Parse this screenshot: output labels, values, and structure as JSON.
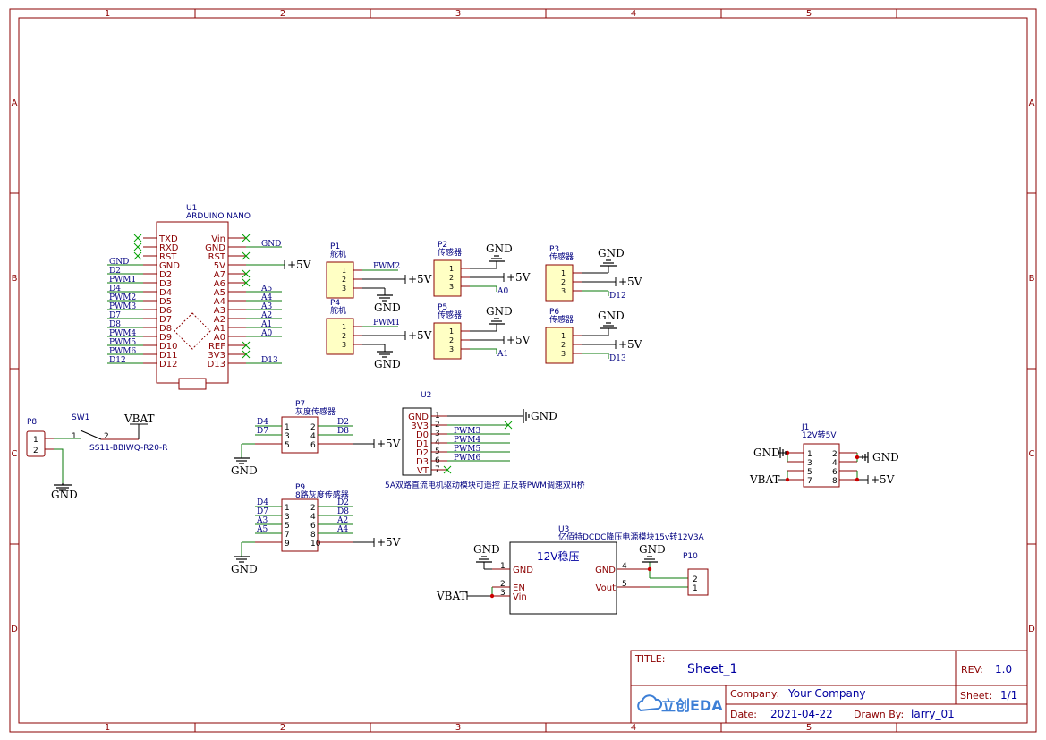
{
  "frame": {
    "columns": [
      "1",
      "2",
      "3",
      "4",
      "5"
    ],
    "rows": [
      "A",
      "B",
      "C",
      "D"
    ]
  },
  "title_block": {
    "title_label": "TITLE:",
    "title": "Sheet_1",
    "rev_label": "REV:",
    "rev": "1.0",
    "company_label": "Company:",
    "company": "Your Company",
    "sheet_label": "Sheet:",
    "sheet": "1/1",
    "date_label": "Date:",
    "date": "2021-04-22",
    "drawn_label": "Drawn By:",
    "drawn_by": "larry_01",
    "logo_text": "立创EDA"
  },
  "u1": {
    "ref": "U1",
    "value": "ARDUINO NANO",
    "left_pins": [
      "TXD",
      "RXD",
      "RST",
      "GND",
      "D2",
      "D3",
      "D4",
      "D5",
      "D6",
      "D7",
      "D8",
      "D9",
      "D10",
      "D11",
      "D12"
    ],
    "right_pins": [
      "Vin",
      "GND",
      "RST",
      "5V",
      "A7",
      "A6",
      "A5",
      "A4",
      "A3",
      "A2",
      "A1",
      "A0",
      "REF",
      "3V3",
      "D13"
    ],
    "left_nets": [
      "",
      "",
      "",
      "GND",
      "D2",
      "PWM1",
      "D4",
      "PWM2",
      "PWM3",
      "D7",
      "D8",
      "PWM4",
      "PWM5",
      "PWM6",
      "D12"
    ],
    "right_nets": [
      "",
      "GND",
      "",
      "+5V",
      "",
      "",
      "A5",
      "A4",
      "A3",
      "A2",
      "A1",
      "A0",
      "",
      "",
      "D13"
    ]
  },
  "servos": [
    {
      "ref": "P1",
      "value": "舵机",
      "net": "PWM2",
      "pins": [
        "1",
        "2",
        "3"
      ],
      "v": "+5V",
      "g": "GND"
    },
    {
      "ref": "P4",
      "value": "舵机",
      "net": "PWM1",
      "pins": [
        "1",
        "2",
        "3"
      ],
      "v": "+5V",
      "g": "GND"
    }
  ],
  "sensors": [
    {
      "ref": "P2",
      "value": "传感器",
      "net": "A0",
      "pins": [
        "1",
        "2",
        "3"
      ],
      "v": "+5V",
      "g": "GND"
    },
    {
      "ref": "P3",
      "value": "传感器",
      "net": "D12",
      "pins": [
        "1",
        "2",
        "3"
      ],
      "v": "+5V",
      "g": "GND"
    },
    {
      "ref": "P5",
      "value": "传感器",
      "net": "A1",
      "pins": [
        "1",
        "2",
        "3"
      ],
      "v": "+5V",
      "g": "GND"
    },
    {
      "ref": "P6",
      "value": "传感器",
      "net": "D13",
      "pins": [
        "1",
        "2",
        "3"
      ],
      "v": "+5V",
      "g": "GND"
    }
  ],
  "p7": {
    "ref": "P7",
    "value": "灰度传感器",
    "left_nets": [
      "D4",
      "D7"
    ],
    "right_nets": [
      "D2",
      "D8"
    ],
    "left_nums": [
      "1",
      "3",
      "5"
    ],
    "right_nums": [
      "2",
      "4",
      "6"
    ],
    "g": "GND",
    "v": "+5V"
  },
  "p9": {
    "ref": "P9",
    "value": "8路灰度传感器",
    "left_nets": [
      "D4",
      "D7",
      "A3",
      "A5"
    ],
    "right_nets": [
      "D2",
      "D8",
      "A2",
      "A4"
    ],
    "left_nums": [
      "1",
      "3",
      "5",
      "7",
      "9"
    ],
    "right_nums": [
      "2",
      "4",
      "6",
      "8",
      "10"
    ],
    "g": "GND",
    "v": "+5V"
  },
  "p8": {
    "ref": "P8",
    "pins": [
      "1",
      "2"
    ],
    "g": "GND"
  },
  "sw1": {
    "ref": "SW1",
    "value": "SS11-BBIWQ-R20-R",
    "pin1": "1",
    "pin2": "2",
    "net": "VBAT"
  },
  "u2": {
    "ref": "U2",
    "value": "5A双路直流电机驱动模块可遥控 正反转PWM调速双H桥",
    "pins": [
      "GND",
      "3V3",
      "D0",
      "D1",
      "D2",
      "D3",
      "VT"
    ],
    "nums": [
      "1",
      "2",
      "3",
      "4",
      "5",
      "6",
      "7"
    ],
    "nets": [
      "GND",
      "",
      "PWM3",
      "PWM4",
      "PWM5",
      "PWM6",
      ""
    ]
  },
  "j1": {
    "ref": "J1",
    "value": "12V转5V",
    "left_nums": [
      "1",
      "3",
      "5",
      "7"
    ],
    "right_nums": [
      "2",
      "4",
      "6",
      "8"
    ],
    "g_left": "GND",
    "g_right": "GND",
    "vbat": "VBAT",
    "v": "+5V"
  },
  "u3": {
    "ref": "U3",
    "value": "亿佰特DCDC降压电源模块15v转12V3A",
    "body_label": "12V稳压",
    "left_pins": [
      "GND",
      "EN",
      "Vin"
    ],
    "left_nums": [
      "1",
      "2",
      "3"
    ],
    "right_pins": [
      "GND",
      "Vout"
    ],
    "right_nums": [
      "4",
      "5"
    ],
    "g1": "GND",
    "g2": "GND",
    "vbat": "VBAT"
  },
  "p10": {
    "ref": "P10",
    "pins": [
      "2",
      "1"
    ]
  }
}
